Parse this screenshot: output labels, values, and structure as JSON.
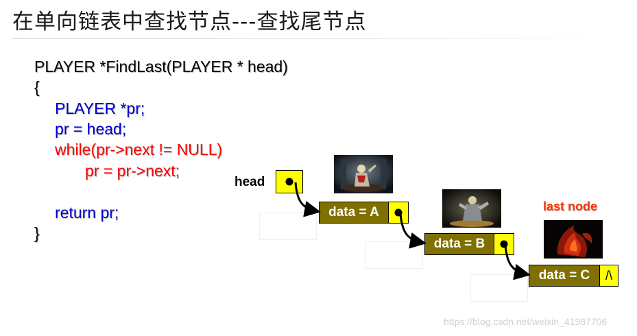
{
  "title": "在单向链表中查找节点---查找尾节点",
  "code": [
    {
      "text": "PLAYER *FindLast(PLAYER * head)",
      "indent": 0,
      "color": "#000000"
    },
    {
      "text": "{",
      "indent": 0,
      "color": "#000000"
    },
    {
      "text": "PLAYER *pr;",
      "indent": 1,
      "color": "#0000cc"
    },
    {
      "text": "pr = head;",
      "indent": 1,
      "color": "#0000cc"
    },
    {
      "text": "while(pr->next != NULL)",
      "indent": 1,
      "color": "#ff0000"
    },
    {
      "text": "pr = pr->next;",
      "indent": 2,
      "color": "#ff0000"
    },
    {
      "text": "",
      "indent": 1,
      "color": "#000000"
    },
    {
      "text": "return pr;",
      "indent": 1,
      "color": "#0000cc"
    },
    {
      "text": "}",
      "indent": 0,
      "color": "#000000"
    }
  ],
  "diagram": {
    "head_label": "head",
    "last_node_label": "last node",
    "nodes": [
      {
        "data_label": "data = A"
      },
      {
        "data_label": "data = B"
      },
      {
        "data_label": "data = C",
        "null_symbol": "/\\"
      }
    ]
  },
  "watermark": "https://blog.csdn.net/weixin_41987706",
  "colors": {
    "node_fill": "#807000",
    "pointer_fill": "#ffff00",
    "keyword_blue": "#0000cc",
    "highlight_red": "#ff0000",
    "last_node_label": "#ff3300"
  }
}
